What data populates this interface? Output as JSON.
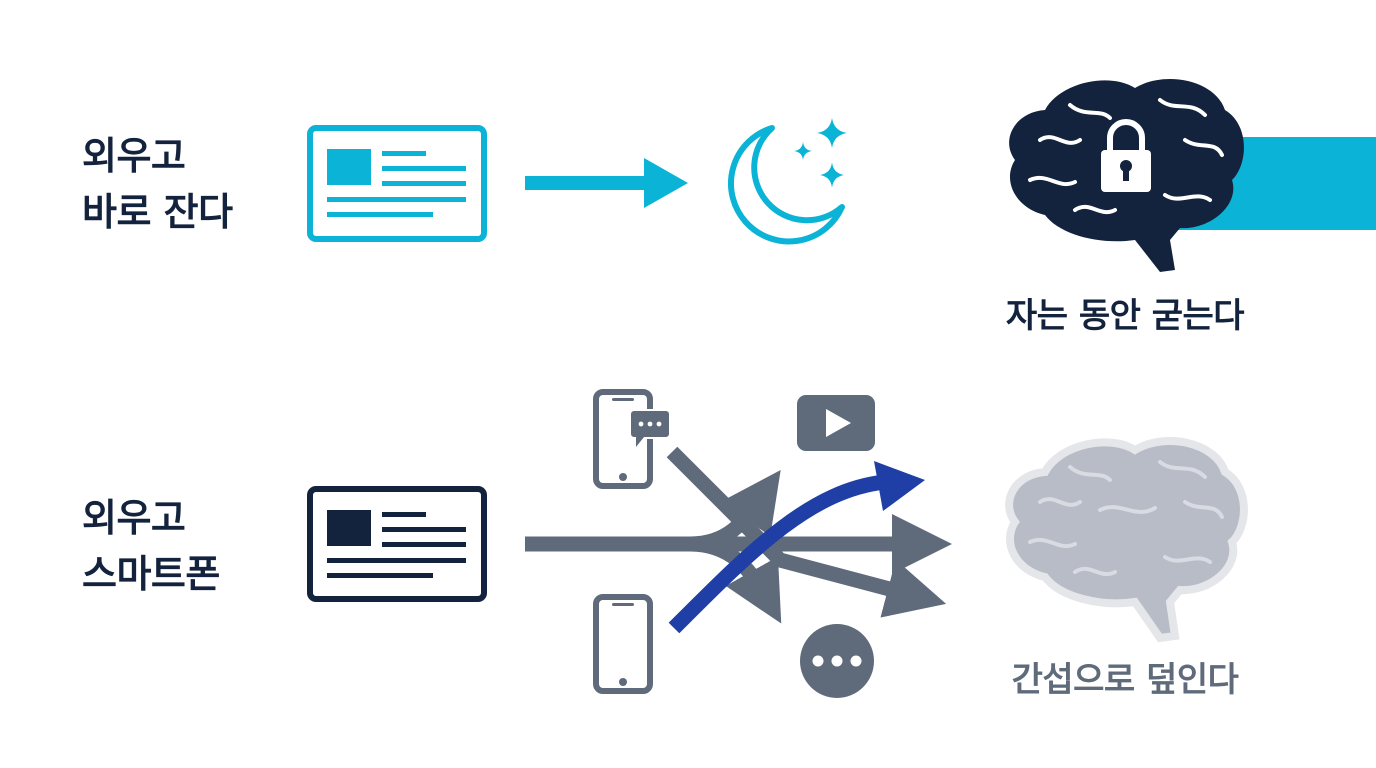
{
  "rows": [
    {
      "left_label": [
        "외우고",
        "바로 잔다"
      ],
      "right_label": "자는 동안 굳는다",
      "icons": [
        "note-card-icon",
        "arrow-right-icon",
        "moon-stars-icon",
        "brain-lock-icon"
      ]
    },
    {
      "left_label": [
        "외우고",
        "스마트폰"
      ],
      "right_label": "간섭으로 덮인다",
      "icons": [
        "note-card-icon",
        "tangled-arrows-icon",
        "smartphone-chat-icon",
        "smartphone-icon",
        "video-play-icon",
        "more-dots-icon",
        "faded-brain-icon"
      ]
    }
  ],
  "colors": {
    "accent": "#0bb4d6",
    "navy": "#14233d",
    "gray": "#5f6b7b",
    "blue": "#1f3fa6",
    "faded_brain": "#b8bcc6"
  }
}
